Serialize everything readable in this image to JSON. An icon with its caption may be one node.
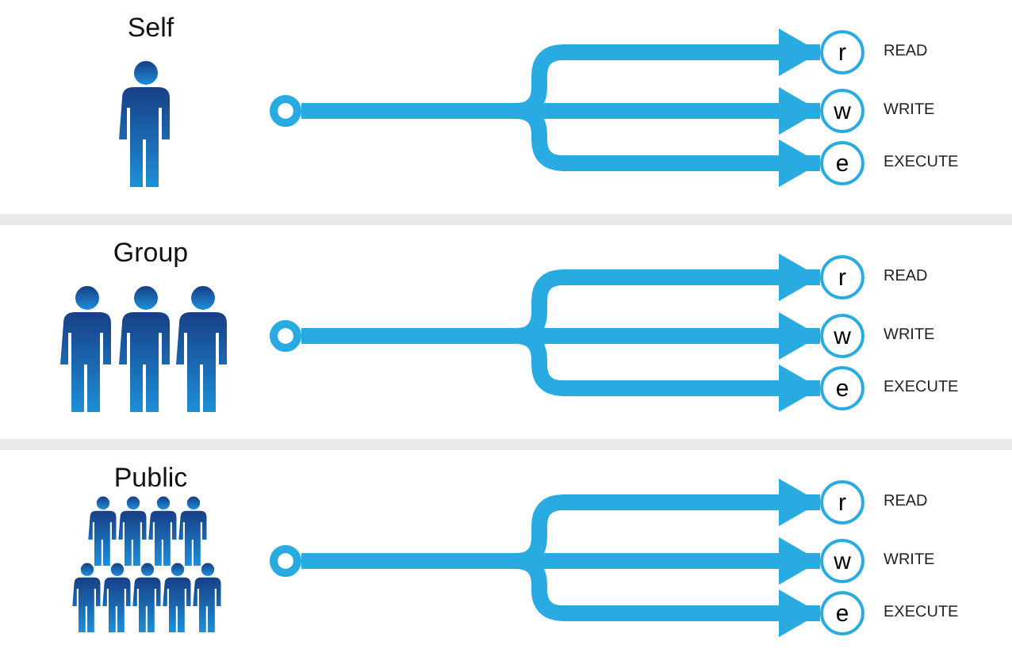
{
  "diagram": {
    "nodes": [
      {
        "text": [
          "Self"
        ]
      },
      {
        "text": [],
        "shape": "circle",
        "in": 0
      },
      {
        "text": [
          "r"
        ],
        "beside": [
          "READ"
        ],
        "in": 0
      },
      {
        "text": [
          "w"
        ],
        "beside": [
          "WRITE"
        ],
        "in": 0
      },
      {
        "text": [
          "e"
        ],
        "beside": [
          "EXECUTE"
        ],
        "in": 0
      },
      {
        "text": [
          "Group"
        ]
      },
      {
        "text": [],
        "shape": "circle",
        "in": 5
      },
      {
        "text": [
          "r"
        ],
        "beside": [
          "READ"
        ],
        "in": 5
      },
      {
        "text": [
          "w"
        ],
        "beside": [
          "WRITE"
        ],
        "in": 5
      },
      {
        "text": [
          "e"
        ],
        "beside": [
          "EXECUTE"
        ],
        "in": 5
      },
      {
        "text": [
          "Public"
        ]
      },
      {
        "text": [],
        "shape": "circle",
        "in": 10
      },
      {
        "text": [
          "r"
        ],
        "beside": [
          "READ"
        ],
        "in": 10
      },
      {
        "text": [
          "w"
        ],
        "beside": [
          "WRITE"
        ],
        "in": 10
      },
      {
        "text": [
          "e"
        ],
        "beside": [
          "EXECUTE"
        ],
        "in": 10
      }
    ],
    "edges": [
      {
        "from": 1,
        "to": 2,
        "arrow": "to"
      },
      {
        "from": 1,
        "to": 3,
        "arrow": "to"
      },
      {
        "from": 1,
        "to": 4,
        "arrow": "to"
      },
      {
        "from": 6,
        "to": 7,
        "arrow": "to"
      },
      {
        "from": 6,
        "to": 8,
        "arrow": "to"
      },
      {
        "from": 6,
        "to": 9,
        "arrow": "to"
      },
      {
        "from": 11,
        "to": 12,
        "arrow": "to"
      },
      {
        "from": 11,
        "to": 13,
        "arrow": "to"
      },
      {
        "from": 11,
        "to": 14,
        "arrow": "to"
      }
    ]
  }
}
